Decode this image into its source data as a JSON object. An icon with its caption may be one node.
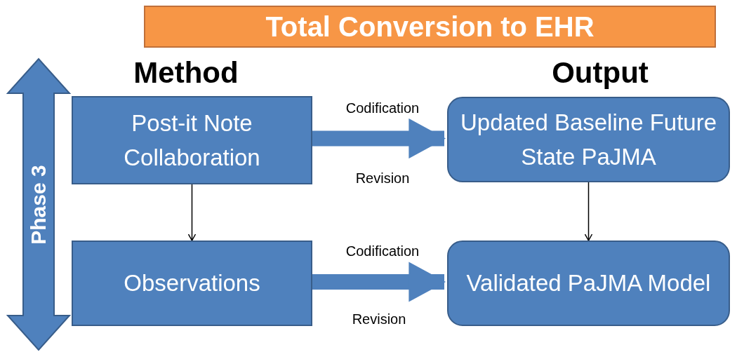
{
  "diagram": {
    "title": "Total Conversion to EHR",
    "nodes": [
      {
        "text": [
          "Phase 3"
        ]
      },
      {
        "text": [
          "Post-it Note Collaboration"
        ]
      },
      {
        "text": [
          "Observations"
        ]
      },
      {
        "text": [
          "Updated Baseline Future State PaJMA"
        ]
      },
      {
        "text": [
          "Validated PaJMA Model"
        ]
      }
    ],
    "edges": [
      {
        "from": 1,
        "to": 2,
        "arrow": "to"
      },
      {
        "from": 3,
        "to": 4,
        "arrow": "to"
      },
      {
        "from": 1,
        "to": 3,
        "arrow": "to",
        "style": "thick",
        "label": "Codification",
        "color": "#4f81bd"
      },
      {
        "from": 2,
        "to": 4,
        "arrow": "to",
        "style": "thick",
        "label": "Codification",
        "color": "#4f81bd"
      }
    ],
    "labels": [
      "Method",
      "Output",
      "Revision",
      "Revision"
    ]
  }
}
